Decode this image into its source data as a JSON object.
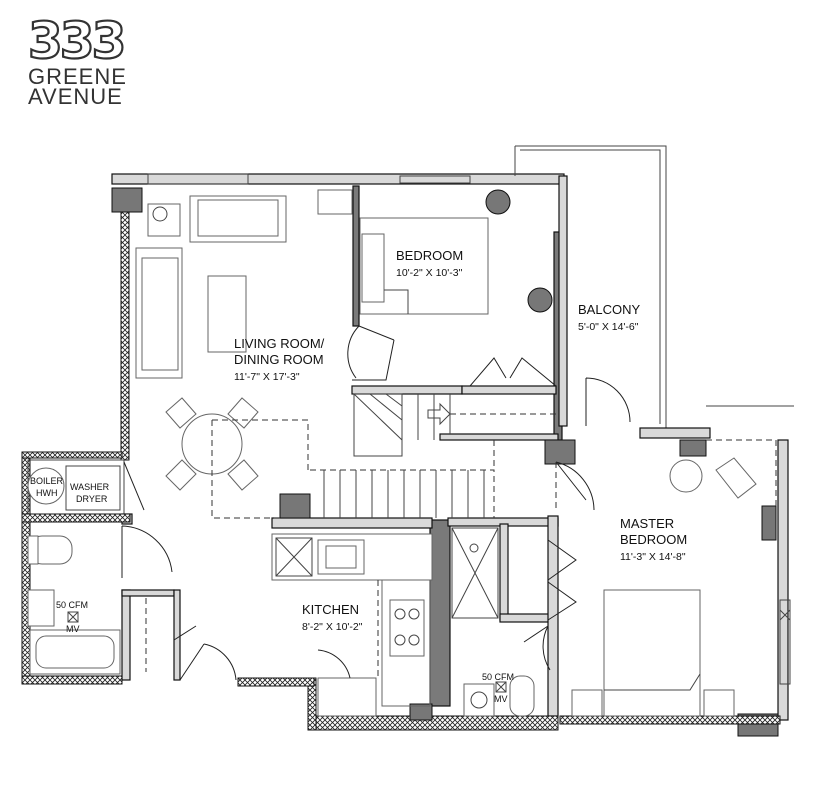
{
  "logo": {
    "number": "333",
    "line1": "GREENE",
    "line2": "AVENUE"
  },
  "rooms": {
    "bedroom": {
      "name": "BEDROOM",
      "dims": "10'-2\" X 10'-3\""
    },
    "balcony": {
      "name": "BALCONY",
      "dims": "5'-0\" X 14'-6\""
    },
    "living": {
      "name_line1": "LIVING ROOM/",
      "name_line2": "DINING ROOM",
      "dims": "11'-7\" X 17'-3\""
    },
    "master": {
      "name_line1": "MASTER",
      "name_line2": "BEDROOM",
      "dims": "11'-3\" X 14'-8\""
    },
    "kitchen": {
      "name": "KITCHEN",
      "dims": "8'-2\" X 10'-2\""
    }
  },
  "fixtures": {
    "boiler": "BOILER",
    "hwh": "HWH",
    "washer": "WASHER",
    "dryer": "DRYER",
    "cfm_left": "50 CFM",
    "mv_left": "MV",
    "cfm_right": "50 CFM",
    "mv_right": "MV"
  },
  "colors": {
    "wall_fill": "#d9d9d9",
    "wall_dark": "#7a7a7a",
    "line": "#111111"
  }
}
